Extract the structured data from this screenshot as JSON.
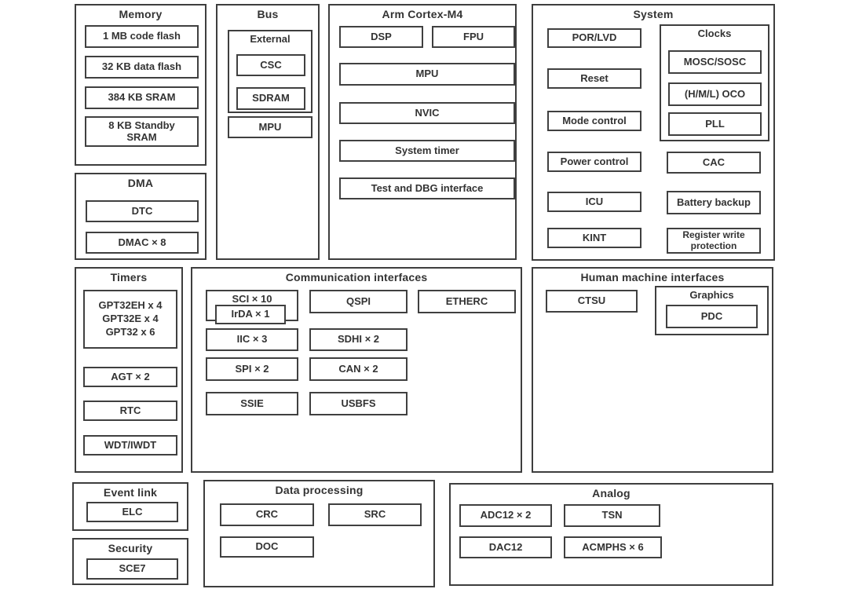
{
  "colors": {
    "border": "#3e3e3e",
    "text": "#333333",
    "background": "#ffffff"
  },
  "blocks": {
    "memory": {
      "title": "Memory",
      "items": [
        "1 MB code flash",
        "32 KB data flash",
        "384 KB SRAM",
        "8 KB Standby SRAM"
      ]
    },
    "dma": {
      "title": "DMA",
      "items": [
        "DTC",
        "DMAC × 8"
      ]
    },
    "bus": {
      "title": "Bus",
      "external": {
        "title": "External",
        "items": [
          "CSC",
          "SDRAM"
        ]
      },
      "mpu": "MPU"
    },
    "cortex": {
      "title": "Arm Cortex-M4",
      "items": [
        "DSP",
        "FPU",
        "MPU",
        "NVIC",
        "System timer",
        "Test and DBG interface"
      ]
    },
    "system": {
      "title": "System",
      "left": [
        "POR/LVD",
        "Reset",
        "Mode control",
        "Power control",
        "ICU",
        "KINT"
      ],
      "clocks": {
        "title": "Clocks",
        "items": [
          "MOSC/SOSC",
          "(H/M/L) OCO",
          "PLL"
        ]
      },
      "right": [
        "CAC",
        "Battery backup",
        "Register write protection"
      ]
    },
    "timers": {
      "title": "Timers",
      "gpt": [
        "GPT32EH x 4",
        "GPT32E x 4",
        "GPT32 x 6"
      ],
      "items": [
        "AGT × 2",
        "RTC",
        "WDT/IWDT"
      ]
    },
    "comm": {
      "title": "Communication interfaces",
      "sci": "SCI × 10",
      "irda": "IrDA × 1",
      "row1": [
        "QSPI",
        "ETHERC"
      ],
      "row2": [
        "IIC × 3",
        "SDHI × 2"
      ],
      "row3": [
        "SPI × 2",
        "CAN × 2"
      ],
      "row4": [
        "SSIE",
        "USBFS"
      ]
    },
    "hmi": {
      "title": "Human machine interfaces",
      "ctsu": "CTSU",
      "graphics": {
        "title": "Graphics",
        "item": "PDC"
      }
    },
    "event_link": {
      "title": "Event link",
      "item": "ELC"
    },
    "security": {
      "title": "Security",
      "item": "SCE7"
    },
    "data_processing": {
      "title": "Data processing",
      "items": [
        "CRC",
        "SRC",
        "DOC"
      ]
    },
    "analog": {
      "title": "Analog",
      "items": [
        "ADC12 × 2",
        "TSN",
        "DAC12",
        "ACMPHS × 6"
      ]
    }
  }
}
